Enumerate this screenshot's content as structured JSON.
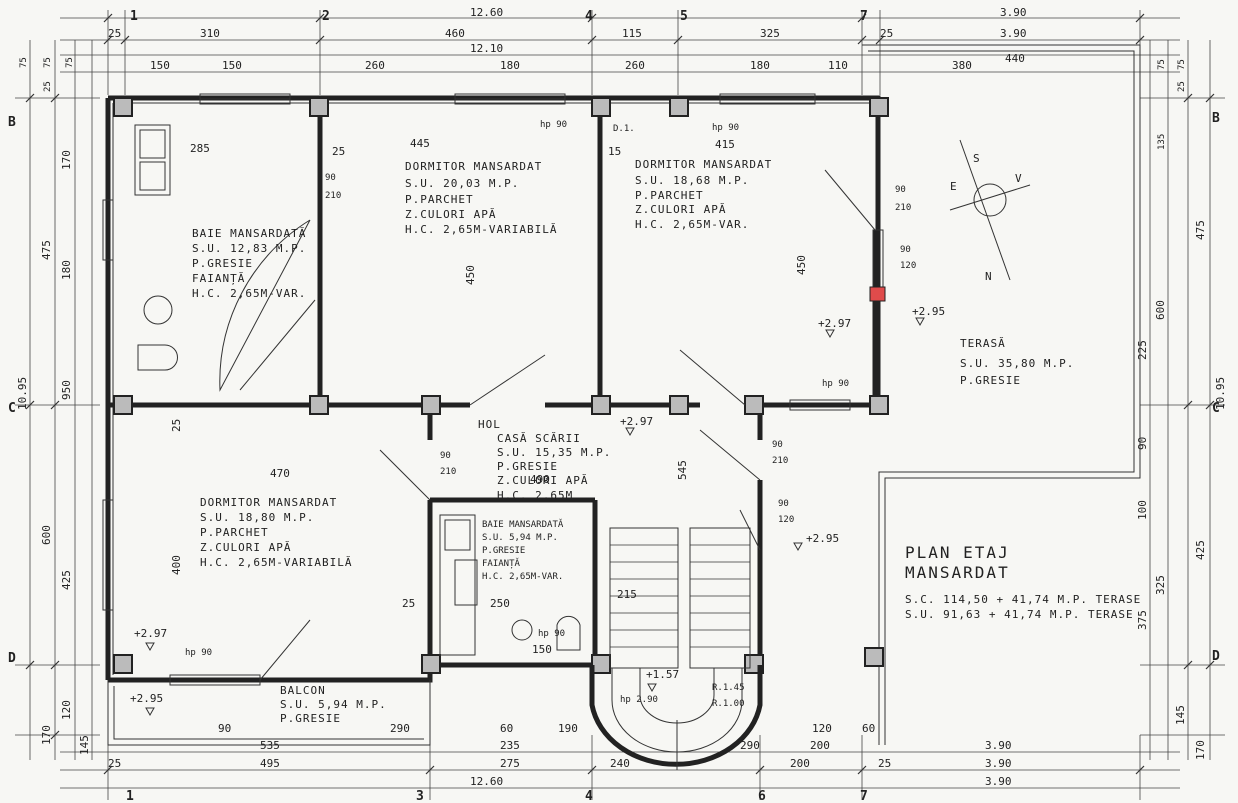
{
  "plan_title": {
    "line1": "PLAN ETAJ",
    "line2": "MANSARDAT"
  },
  "summary": {
    "sc": "S.C. 114,50 + 41,74 M.P. TERASE",
    "su": "S.U. 91,63 + 41,74 M.P. TERASE"
  },
  "compass": {
    "s": "S",
    "e": "E",
    "v": "V",
    "n": "N"
  },
  "rooms": {
    "dormitor1": {
      "name": "DORMITOR MANSARDAT",
      "area": "S.U. 20,03 M.P.",
      "f1": "P.PARCHET",
      "f2": "Z.CULORI APĂ",
      "h": "H.C. 2,65M-VARIABILĂ"
    },
    "dormitor2": {
      "name": "DORMITOR MANSARDAT",
      "area": "S.U. 18,68 M.P.",
      "f1": "P.PARCHET",
      "f2": "Z.CULORI APĂ",
      "h": "H.C. 2,65M-VAR."
    },
    "baie1": {
      "name": "BAIE MANSARDATĂ",
      "area": "S.U. 12,83 M.P.",
      "f1": "P.GRESIE",
      "f2": "FAIANȚĂ",
      "h": "H.C. 2,65M-VAR."
    },
    "terasa": {
      "name": "TERASĂ",
      "area": "S.U. 35,80 M.P.",
      "f1": "P.GRESIE"
    },
    "hol": {
      "name": "HOL",
      "name2": "CASĂ SCĂRII",
      "area": "S.U. 15,35 M.P.",
      "f1": "P.GRESIE",
      "f2": "Z.CULORI APĂ",
      "h": "H.C. 2,65M"
    },
    "dormitor3": {
      "name": "DORMITOR MANSARDAT",
      "area": "S.U. 18,80 M.P.",
      "f1": "P.PARCHET",
      "f2": "Z.CULORI APĂ",
      "h": "H.C. 2,65M-VARIABILĂ"
    },
    "baie2": {
      "name": "BAIE MANSARDATĂ",
      "area": "S.U. 5,94 M.P.",
      "f1": "P.GRESIE",
      "f2": "FAIANȚĂ",
      "h": "H.C. 2,65M-VAR."
    },
    "balcon": {
      "name": "BALCON",
      "area": "S.U. 5,94 M.P.",
      "f1": "P.GRESIE"
    }
  },
  "axes_top": [
    "1",
    "2",
    "4",
    "5",
    "7"
  ],
  "axes_bottom": [
    "1",
    "3",
    "4",
    "6",
    "7"
  ],
  "axes_side": [
    "B",
    "C",
    "D"
  ],
  "dims_top": {
    "r1": [
      "12.60",
      "3.90"
    ],
    "r2": [
      "25",
      "310",
      "460",
      "115",
      "325",
      "25",
      "3.90"
    ],
    "r3": [
      "12.10"
    ],
    "r4": [
      "150",
      "150",
      "260",
      "180",
      "260",
      "180",
      "110",
      "380",
      "440"
    ]
  },
  "dims_bottom": {
    "r1": [
      "535",
      "235",
      "290",
      "200",
      "3.90"
    ],
    "r2": [
      "25",
      "495",
      "275",
      "240",
      "200",
      "25",
      "3.90"
    ],
    "r3": [
      "12.60",
      "3.90"
    ]
  },
  "dims_left": {
    "outer": [
      "10.95"
    ],
    "mid": [
      "475",
      "600",
      "170",
      "145"
    ],
    "inner": [
      "170",
      "180",
      "950",
      "425",
      "120"
    ],
    "small": [
      "75",
      "75",
      "75",
      "25"
    ]
  },
  "dims_right": {
    "outer": [
      "10.95"
    ],
    "mid": [
      "475",
      "425",
      "145",
      "170"
    ],
    "inner": [
      "600",
      "225",
      "325",
      "90",
      "100",
      "375"
    ],
    "small": [
      "75",
      "75",
      "25",
      "135"
    ]
  },
  "interior_dims": {
    "d285": "285",
    "d445": "445",
    "d415": "415",
    "d450a": "450",
    "d450b": "450",
    "d470": "470",
    "d490": "490",
    "d400": "400",
    "d250": "250",
    "d215": "215",
    "d545": "545",
    "d25a": "25",
    "d25b": "25",
    "d25c": "25",
    "d15": "15",
    "d150": "150",
    "d90a": "90",
    "d290": "290",
    "d60": "60",
    "d190": "190",
    "d120": "120",
    "d60b": "60"
  },
  "openings": {
    "w1": "90",
    "w1b": "210",
    "w2": "90",
    "w2b": "210",
    "w3": "90",
    "w3b": "210",
    "w4": "90",
    "w4b": "210",
    "w5": "90",
    "w5b": "120",
    "w6": "90",
    "w6b": "120",
    "hp1": "hp 90",
    "hp2": "hp 90",
    "hp3": "hp 90",
    "hp4": "hp 90",
    "hp5": "hp 90",
    "d1": "D.1.",
    "r145": "R.1.45",
    "r100": "R.1.00",
    "hp290": "hp 2.90"
  },
  "levels": {
    "l1": "+2.95",
    "l2": "+2.97",
    "l3": "+2.97",
    "l4": "+2.95",
    "l5": "+2.97",
    "l6": "+2.95",
    "l7": "+1.57"
  }
}
